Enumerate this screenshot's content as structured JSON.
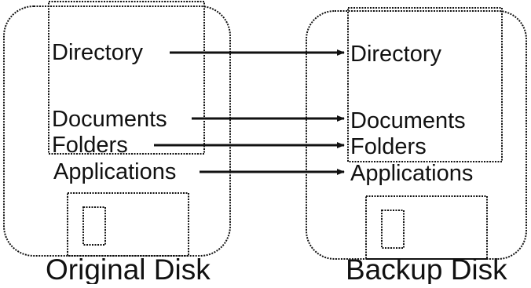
{
  "original_disk": {
    "caption": "Original Disk",
    "items": [
      "Directory",
      "Documents",
      "Folders",
      "Applications"
    ]
  },
  "backup_disk": {
    "caption": "Backup Disk",
    "items": [
      "Directory",
      "Documents",
      "Folders",
      "Applications"
    ]
  },
  "colors": {
    "ink": "#111111",
    "background": "#ffffff"
  }
}
